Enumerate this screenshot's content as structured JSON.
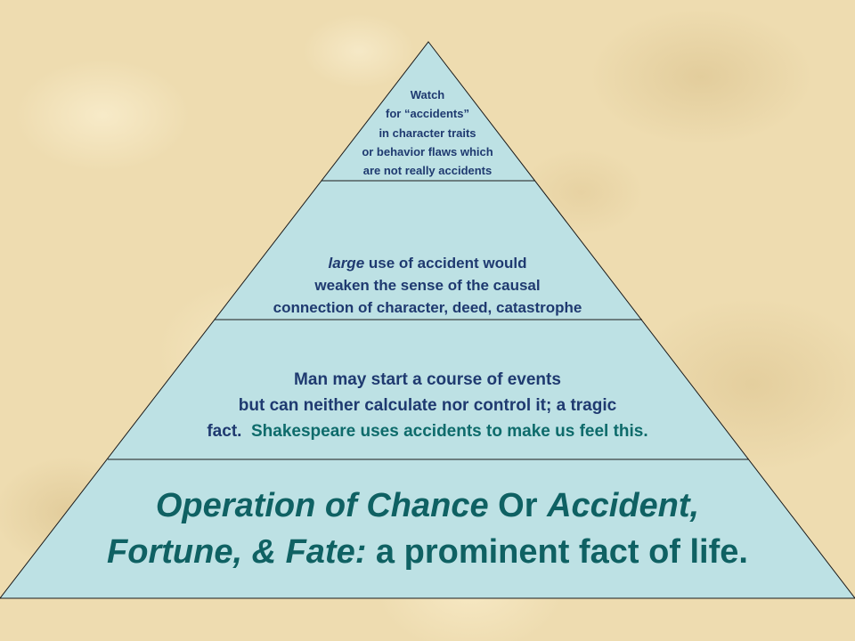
{
  "colors": {
    "pyramid_fill": "#bde1e4",
    "pyramid_stroke": "#1a1a1a",
    "navy_text": "#1f3a70",
    "teal_text": "#0f6163",
    "green_text": "#0e6b6b",
    "background": "#eedcb0"
  },
  "tier1": {
    "lines": [
      "Watch",
      "for “accidents”",
      "in character traits",
      "or behavior flaws which",
      "are not really accidents"
    ]
  },
  "tier2": {
    "line1_italic": "large",
    "line1_rest": " use of accident would",
    "line2": "weaken the sense of the causal",
    "line3": "connection of character, deed, catastrophe"
  },
  "tier3": {
    "line1": "Man may start a course of events",
    "line2": "but can neither calculate nor control it; a tragic",
    "line3_start": "fact.  ",
    "line3_green": "Shakespeare uses accidents to make us feel this."
  },
  "tier4": {
    "italic1": "Operation of Chance",
    "plain1": " Or ",
    "italic2": "Accident,",
    "italic3": "Fortune, & Fate:",
    "plain2": " a prominent fact of life."
  }
}
